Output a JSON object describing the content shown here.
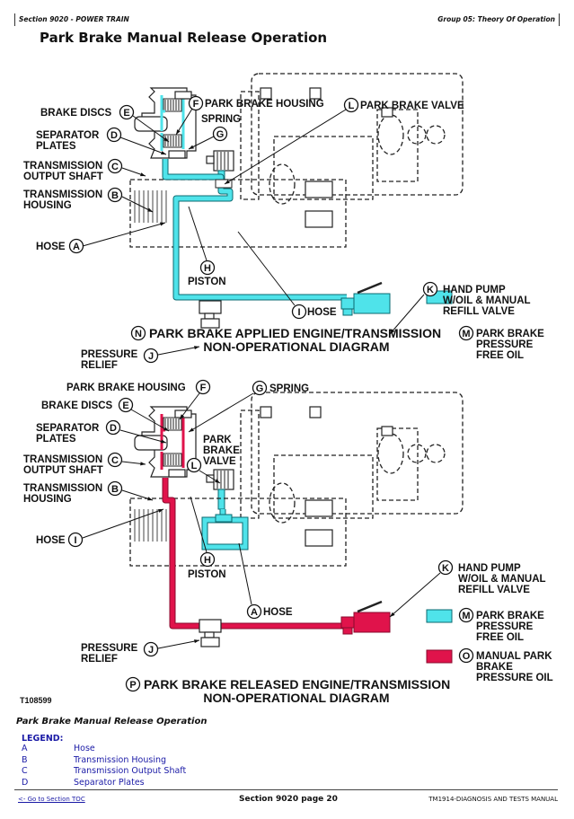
{
  "header": {
    "section": "Section 9020 - POWER TRAIN",
    "group": "Group 05: Theory Of Operation"
  },
  "page_title": "Park Brake Manual Release Operation",
  "colors": {
    "pressure_free_oil": "#4fe3ea",
    "manual_pressure_oil": "#e0134b"
  },
  "diagram_top": {
    "labels": {
      "E": "BRAKE DISCS",
      "D": [
        "SEPARATOR",
        "PLATES"
      ],
      "C": [
        "TRANSMISSION",
        "OUTPUT SHAFT"
      ],
      "B": [
        "TRANSMISSION",
        "HOUSING"
      ],
      "A": "HOSE",
      "F": "PARK BRAKE HOUSING",
      "G": "SPRING",
      "L": "PARK BRAKE VALVE",
      "H": "PISTON",
      "I": "HOSE",
      "J": [
        "PRESSURE",
        "RELIEF"
      ],
      "K": [
        "HAND PUMP",
        "W/OIL & MANUAL",
        "REFILL VALVE"
      ],
      "M": [
        "PARK BRAKE",
        "PRESSURE",
        "FREE OIL"
      ]
    },
    "caption_letter": "N",
    "caption": [
      "PARK BRAKE APPLIED ENGINE/TRANSMISSION",
      "NON-OPERATIONAL DIAGRAM"
    ]
  },
  "diagram_bottom": {
    "labels": {
      "F": "PARK BRAKE HOUSING",
      "E": "BRAKE DISCS",
      "D": [
        "SEPARATOR",
        "PLATES"
      ],
      "C": [
        "TRANSMISSION",
        "OUTPUT SHAFT"
      ],
      "B": [
        "TRANSMISSION",
        "HOUSING"
      ],
      "I": "HOSE",
      "G": "SPRING",
      "L": [
        "PARK",
        "BRAKE",
        "VALVE"
      ],
      "H": "PISTON",
      "A": "HOSE",
      "J": [
        "PRESSURE",
        "RELIEF"
      ],
      "K": [
        "HAND PUMP",
        "W/OIL & MANUAL",
        "REFILL VALVE"
      ],
      "M": [
        "PARK BRAKE",
        "PRESSURE",
        "FREE OIL"
      ],
      "O": [
        "MANUAL PARK",
        "BRAKE",
        "PRESSURE OIL"
      ]
    },
    "caption_letter": "P",
    "caption": [
      "PARK BRAKE RELEASED ENGINE/TRANSMISSION",
      "NON-OPERATIONAL DIAGRAM"
    ]
  },
  "figure_id": "T108599",
  "figure_caption": "Park Brake Manual Release Operation",
  "legend": {
    "heading": "LEGEND:",
    "items": [
      {
        "key": "A",
        "value": "Hose"
      },
      {
        "key": "B",
        "value": "Transmission Housing"
      },
      {
        "key": "C",
        "value": "Transmission Output Shaft"
      },
      {
        "key": "D",
        "value": "Separator Plates"
      }
    ]
  },
  "footer": {
    "toc_link": "<- Go to Section TOC",
    "page": "Section 9020 page 20",
    "manual": "TM1914-DIAGNOSIS AND TESTS MANUAL"
  }
}
